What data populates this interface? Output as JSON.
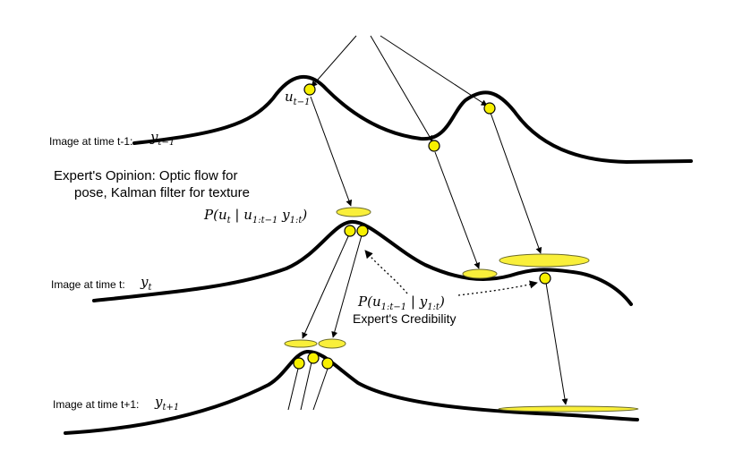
{
  "labels": {
    "row_top": "Image at time t-1:",
    "row_mid": "Image at time t:",
    "row_bottom": "Image at time t+1:"
  },
  "math": {
    "y_prev_base": "y",
    "y_prev_sub": "t−1",
    "y_cur_base": "y",
    "y_cur_sub": "t",
    "y_next_base": "y",
    "y_next_sub": "t+1",
    "u_prev_base": "u",
    "u_prev_sub": "t−1",
    "p_cond_head": "P(u",
    "p_cond_sub1": "t",
    "p_cond_mid": " | u",
    "p_cond_sub2": "1:t−1",
    "p_cond_mid2": " y",
    "p_cond_sub3": "1:t",
    "p_cond_tail": ")",
    "p_cred_head": "P(u",
    "p_cred_sub1": "1:t−1",
    "p_cred_mid": " | y",
    "p_cred_sub2": "1:t",
    "p_cred_tail": ")"
  },
  "annotations": {
    "opinion_line1": "Expert's Opinion: Optic flow for",
    "opinion_line2": "pose, Kalman filter for texture",
    "credibility": "Expert's  Credibility"
  },
  "colors": {
    "particle_fill": "#f7f000",
    "ellipse_fill": "#f9ef3a"
  }
}
